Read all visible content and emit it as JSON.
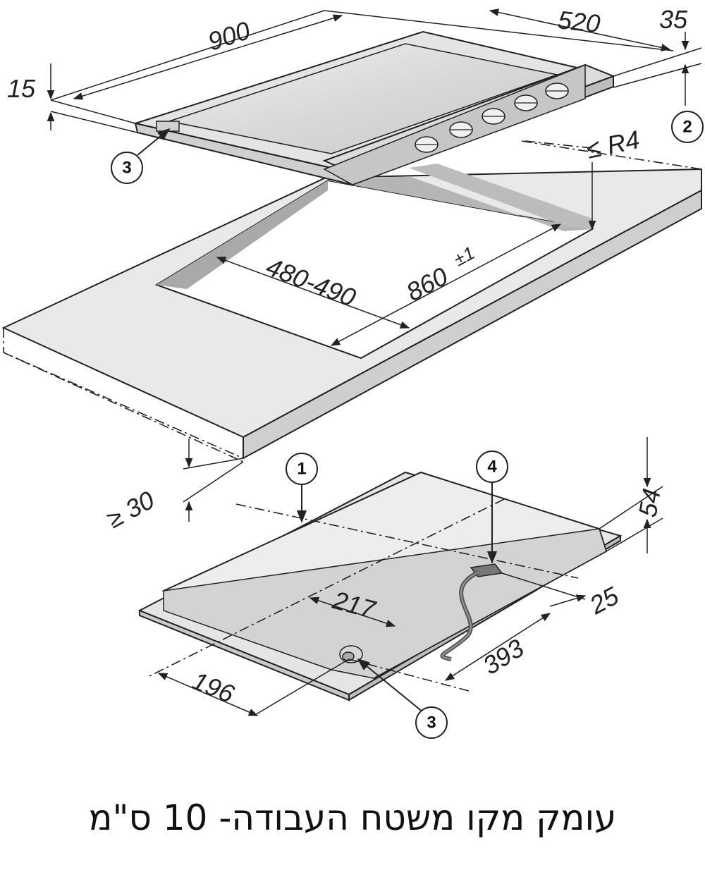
{
  "dimensions": {
    "hob_width": "900",
    "hob_depth": "520",
    "top_offset": "35",
    "frame_height": "15",
    "corner_radius": "≤ R4",
    "cutout_depth": "480-490",
    "cutout_width_main": "860",
    "cutout_width_tolerance": "±1",
    "worktop_thickness": "≥ 30",
    "underside_height": "54",
    "connection_offset": "217",
    "connection_edge": "25",
    "gas_to_connection": "393",
    "gas_offset": "196"
  },
  "callouts": {
    "c1": "1",
    "c2": "2",
    "c3_top": "3",
    "c3_bottom": "3",
    "c4": "4"
  },
  "caption": "עומק מקו משטח העבודה- 10 ס\"מ",
  "colors": {
    "line": "#222222",
    "surface_fill": "#e6e6e6",
    "glass_fill": "#d4d4d4",
    "edge_fill": "#c9c9c9",
    "background": "#ffffff"
  }
}
